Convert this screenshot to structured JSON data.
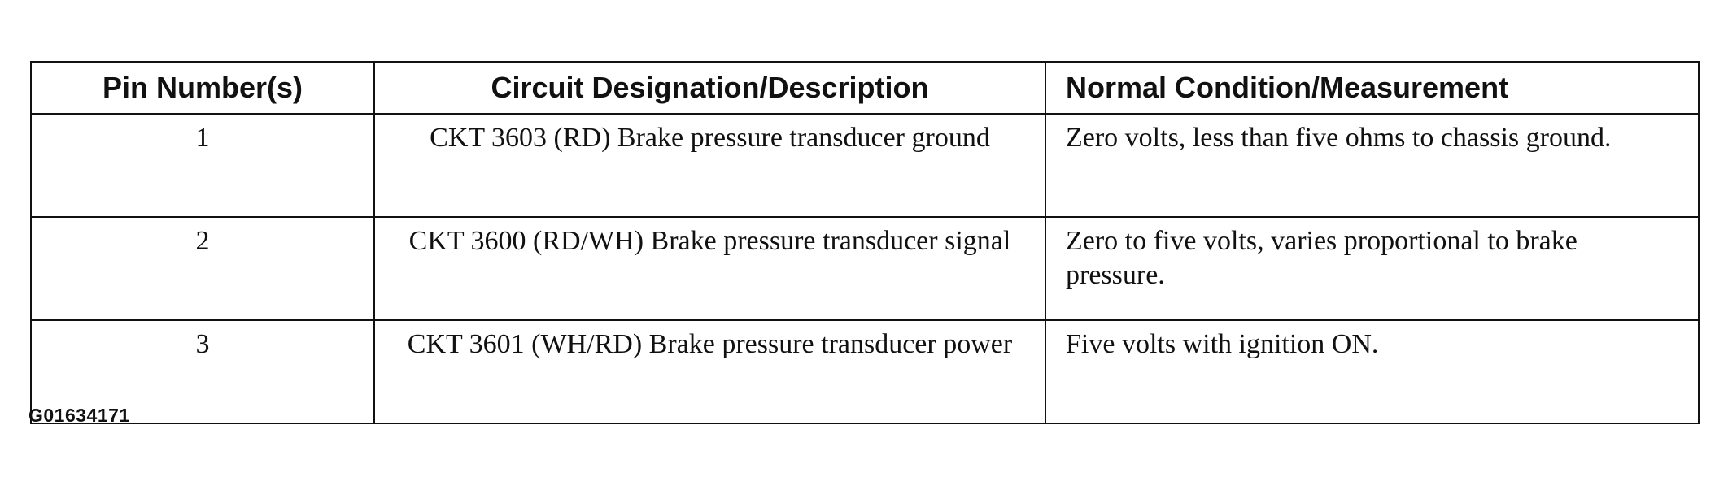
{
  "table": {
    "headers": [
      "Pin Number(s)",
      "Circuit Designation/Description",
      "Normal Condition/Measurement"
    ],
    "rows": [
      {
        "pin": "1",
        "description": "CKT 3603 (RD) Brake pressure transducer ground",
        "measurement": "Zero volts, less than five ohms to chassis ground."
      },
      {
        "pin": "2",
        "description": "CKT 3600 (RD/WH) Brake pressure transducer signal",
        "measurement": "Zero to five volts, varies proportional to brake pressure."
      },
      {
        "pin": "3",
        "description": "CKT 3601 (WH/RD) Brake pressure transducer power",
        "measurement": "Five volts with ignition ON."
      }
    ]
  },
  "figure_id": "G01634171"
}
